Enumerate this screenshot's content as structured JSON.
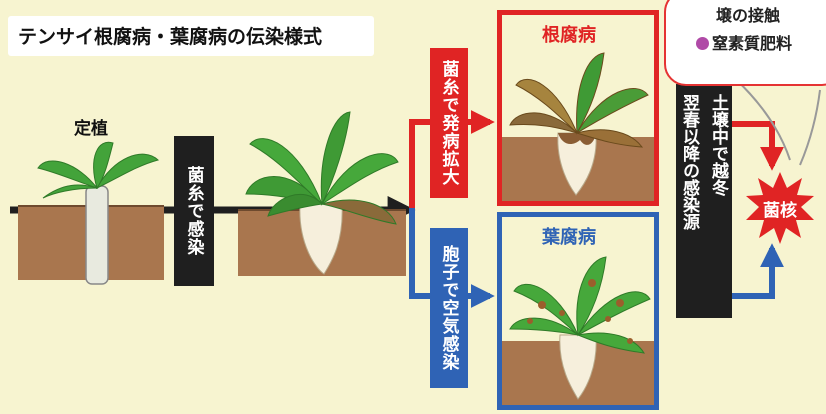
{
  "title": "テンサイ根腐病・葉腐病の伝染様式",
  "planted_label": "定植",
  "step_infection": "菌糸で感染",
  "branch_top": "菌糸で発病拡大",
  "branch_bottom": "胞子で空気感染",
  "panel_root_rot": "根腐病",
  "panel_leaf_rot": "葉腐病",
  "overwinter": "土壌中で越冬",
  "source": "翌春以降の感染源",
  "sclerotia": "菌核",
  "callout": {
    "line1": "壌の接触",
    "line2": "窒素質肥料"
  },
  "colors": {
    "red": "#e02424",
    "blue": "#2f63b5",
    "black_box": "#1f1f1f",
    "background": "#f7f4d0",
    "soil": "#a9764e",
    "leaf": "#3f9a35",
    "bullet": "#b04aa7"
  }
}
